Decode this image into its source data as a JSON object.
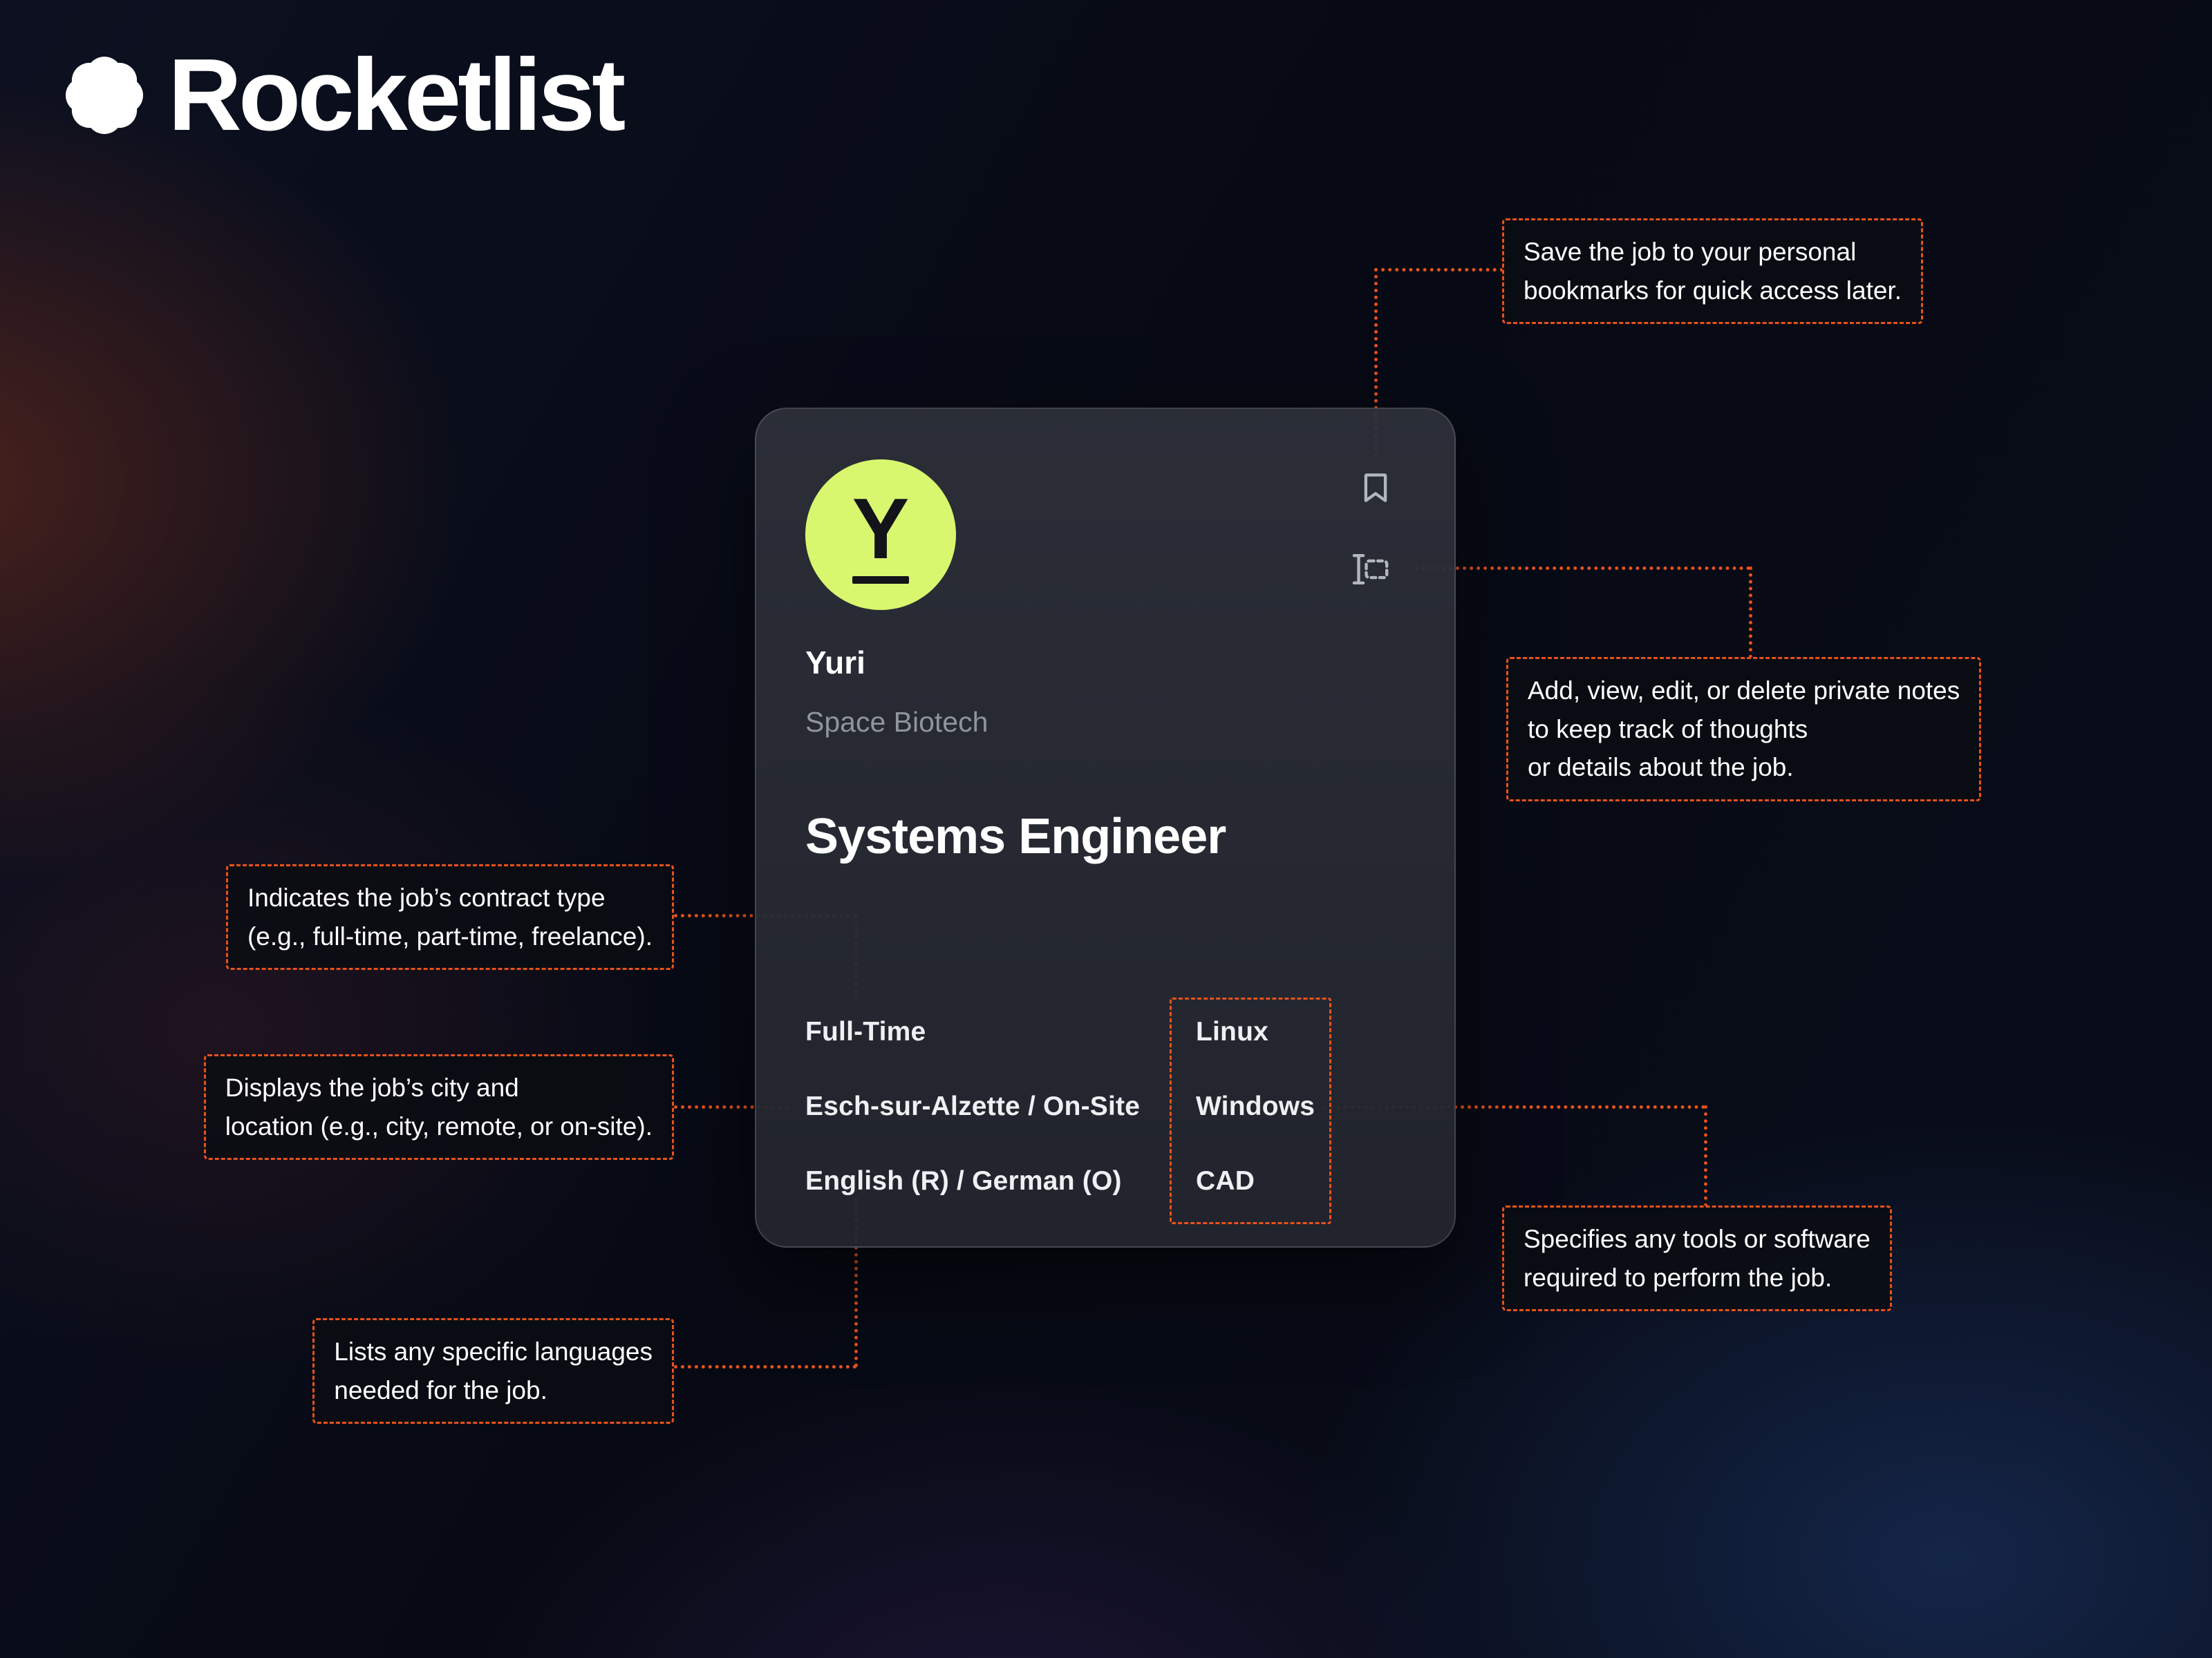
{
  "brand": {
    "name": "Rocketlist"
  },
  "card": {
    "avatar_letter": "Y",
    "name": "Yuri",
    "company": "Space Biotech",
    "title": "Systems Engineer",
    "contract": "Full-Time",
    "location": "Esch-sur-Alzette / On-Site",
    "languages": "English (R) / German (O)",
    "tools": [
      "Linux",
      "Windows",
      "CAD"
    ]
  },
  "callouts": {
    "bookmark": "Save the job to your personal\nbookmarks for quick access later.",
    "notes": "Add, view, edit, or delete private notes\nto keep track of thoughts\nor details about the job.",
    "contract": "Indicates the job’s contract type\n(e.g., full-time, part-time, freelance).",
    "location": "Displays the job’s city and\nlocation (e.g., city, remote, or on-site).",
    "languages": "Lists any specific languages\nneeded for the job.",
    "tools": "Specifies any tools or software\nrequired to perform the job."
  },
  "colors": {
    "accent": "#E8521A",
    "avatar_bg": "#D8F76E",
    "card_bg": "#24272F",
    "text_muted": "#8F949D"
  }
}
